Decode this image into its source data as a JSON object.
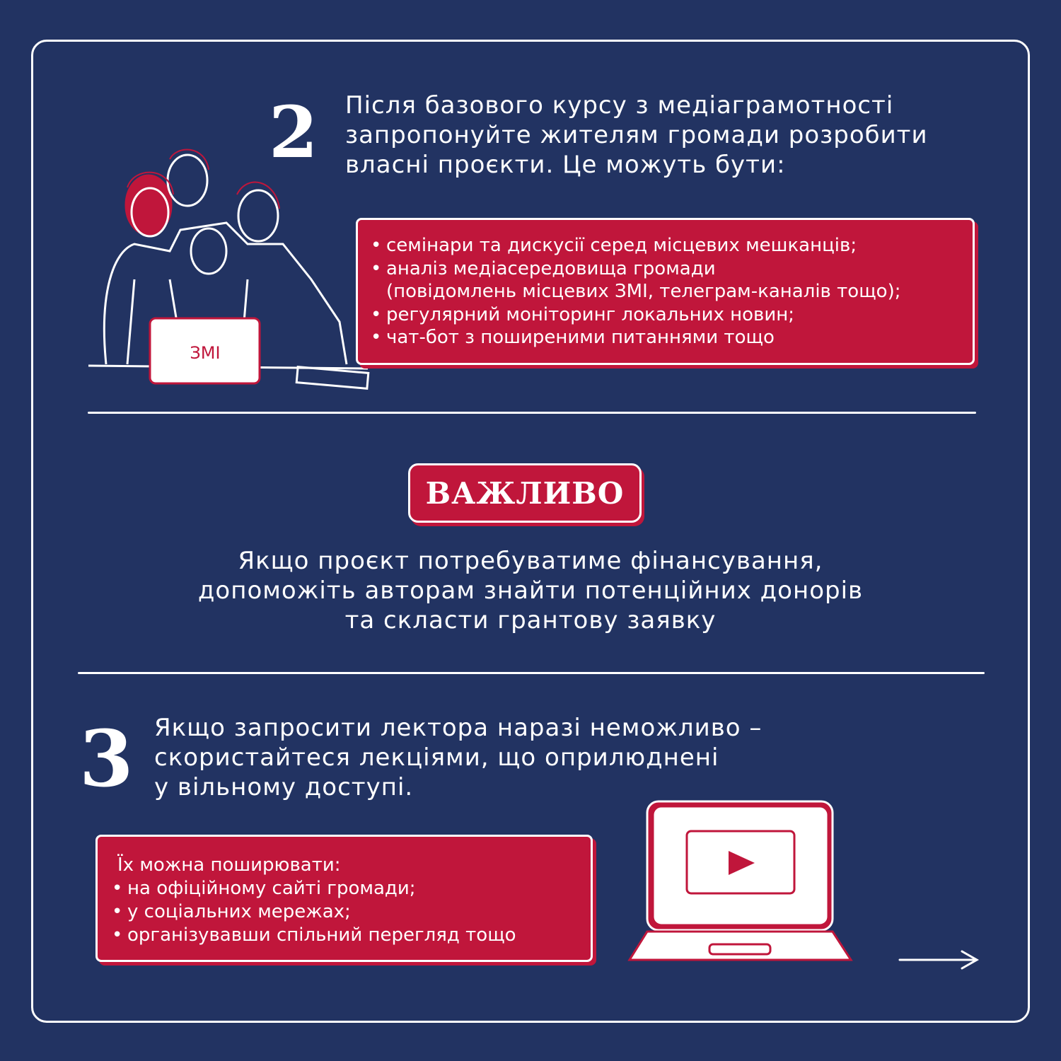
{
  "step2": {
    "number": "2",
    "heading_lines": [
      "Після базового курсу з медіаграмотності",
      "запропонуйте жителям громади розробити",
      "власні проєкти. Це можуть бути:"
    ],
    "items": [
      "семінари та дискусії серед місцевих мешканців;",
      "аналіз медіасередовища громади",
      "(повідомлень місцевих ЗМІ, телеграм-каналів тощо);",
      "регулярний моніторинг локальних новин;",
      "чат-бот з поширеними питаннями тощо"
    ],
    "laptop_label": "ЗМІ"
  },
  "important": {
    "badge": "ВАЖЛИВО",
    "lines": [
      "Якщо проєкт потребуватиме фінансування,",
      "допоможіть авторам знайти потенційних донорів",
      "та скласти грантову заявку"
    ]
  },
  "step3": {
    "number": "3",
    "heading_lines": [
      "Якщо запросити лектора наразі неможливо –",
      "скористайтеся лекціями, що оприлюднені",
      "у вільному доступі."
    ],
    "intro": "Їх можна поширювати:",
    "items": [
      "на офіційному сайті громади;",
      "у соціальних мережах;",
      "організувавши спільний перегляд тощо"
    ]
  },
  "colors": {
    "background": "#223362",
    "accent": "#c0163b",
    "line": "#ffffff"
  }
}
